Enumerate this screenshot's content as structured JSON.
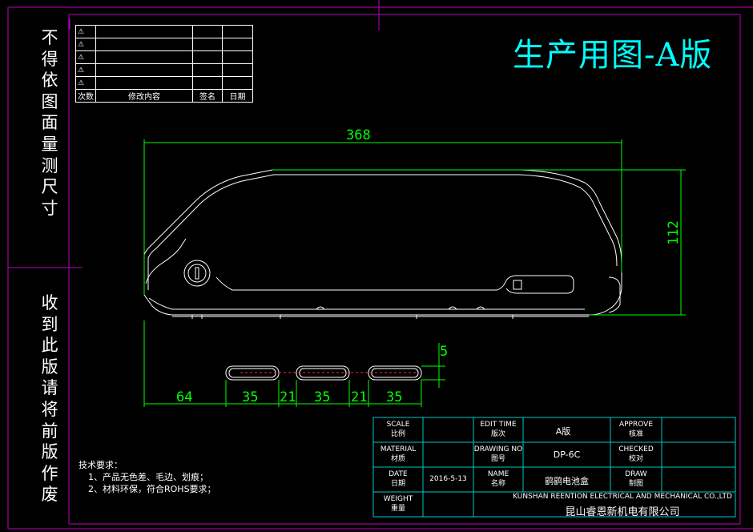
{
  "left_strip": {
    "upper_text": "不得依图面量测尺寸",
    "lower_text": "收到此版请将前版作废"
  },
  "revision_table": {
    "rows": [
      "⚠",
      "⚠",
      "⚠",
      "⚠",
      "⚠"
    ],
    "header": {
      "no": "次数",
      "content": "修改内容",
      "sign": "签名",
      "date": "日期"
    }
  },
  "drawing_title": "生产用图-A版",
  "dimensions": {
    "overall_length": "368",
    "height": "112",
    "offset": "64",
    "slot_length": "35",
    "gap": "21",
    "slot_width": "5"
  },
  "tech_requirements": {
    "heading": "技术要求：",
    "items": [
      "1、产品无色差、毛边、划痕；",
      "2、材料环保，符合ROHS要求；"
    ]
  },
  "title_block": {
    "scale_en": "SCALE",
    "scale_cn": "比例",
    "material_en": "MATERIAL",
    "material_cn": "材质",
    "date_en": "DATE",
    "date_cn": "日期",
    "date_value": "2016-5-13",
    "weight_en": "WEIGHT",
    "weight_cn": "重量",
    "edit_en": "EDIT TIME",
    "edit_cn": "版次",
    "edit_value": "A版",
    "drawing_en": "DRAWING NO",
    "drawing_cn": "图号",
    "drawing_value": "DP-6C",
    "name_en": "NAME",
    "name_cn": "名称",
    "name_value": "鹞鹞电池盒",
    "approve_en": "APPROVE",
    "approve_cn": "核准",
    "checked_en": "CHECKED",
    "checked_cn": "校对",
    "draw_en": "DRAW",
    "draw_cn": "制图"
  },
  "company": {
    "english": "KUNSHAN REENTION ELECTRICAL AND MECHANICAL CO.,LTD",
    "chinese": "昆山睿恩新机电有限公司"
  }
}
